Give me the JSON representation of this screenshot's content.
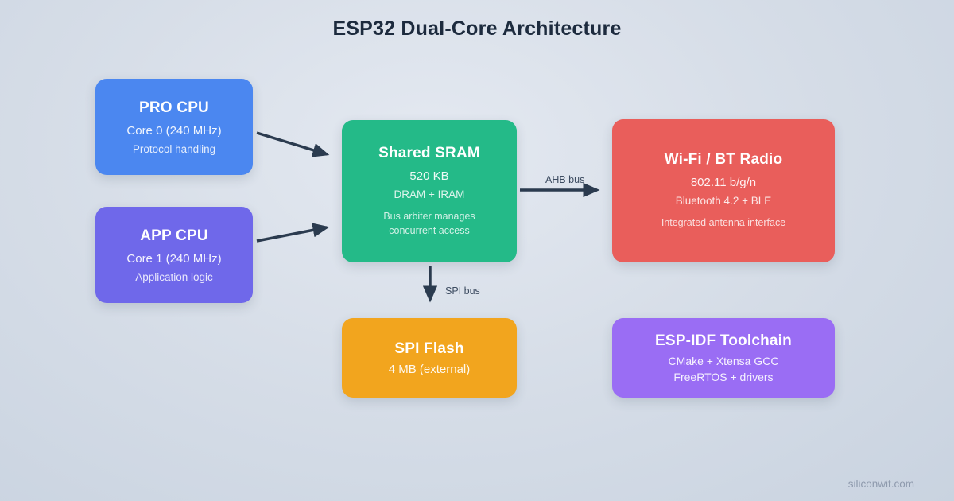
{
  "title": "ESP32 Dual-Core Architecture",
  "nodes": {
    "pro_cpu": {
      "title": "PRO CPU",
      "subtitle": "Core 0 (240 MHz)",
      "detail": "Protocol handling"
    },
    "app_cpu": {
      "title": "APP CPU",
      "subtitle": "Core 1 (240 MHz)",
      "detail": "Application logic"
    },
    "shared_sram": {
      "title": "Shared SRAM",
      "subtitle": "520 KB",
      "detail": "DRAM + IRAM",
      "note": "Bus arbiter manages concurrent access"
    },
    "wifi_bt": {
      "title": "Wi-Fi / BT Radio",
      "subtitle": "802.11 b/g/n",
      "detail": "Bluetooth 4.2 + BLE",
      "note": "Integrated antenna interface"
    },
    "spi_flash": {
      "title": "SPI Flash",
      "subtitle": "4 MB (external)"
    },
    "esp_idf": {
      "title": "ESP-IDF Toolchain",
      "subtitle": "CMake + Xtensa GCC",
      "detail": "FreeRTOS + drivers"
    }
  },
  "edges": {
    "ahb_label": "AHB bus",
    "spi_label": "SPI bus"
  },
  "footer": {
    "watermark": "siliconwit.com"
  },
  "colors": {
    "pro_cpu": "#4b87f0",
    "app_cpu": "#6f68ea",
    "shared_sram": "#24ba88",
    "wifi_bt": "#e95e5b",
    "spi_flash": "#f2a51e",
    "esp_idf": "#9a6df4",
    "arrow": "#2b3b4f",
    "title_text": "#1d2b3e"
  }
}
